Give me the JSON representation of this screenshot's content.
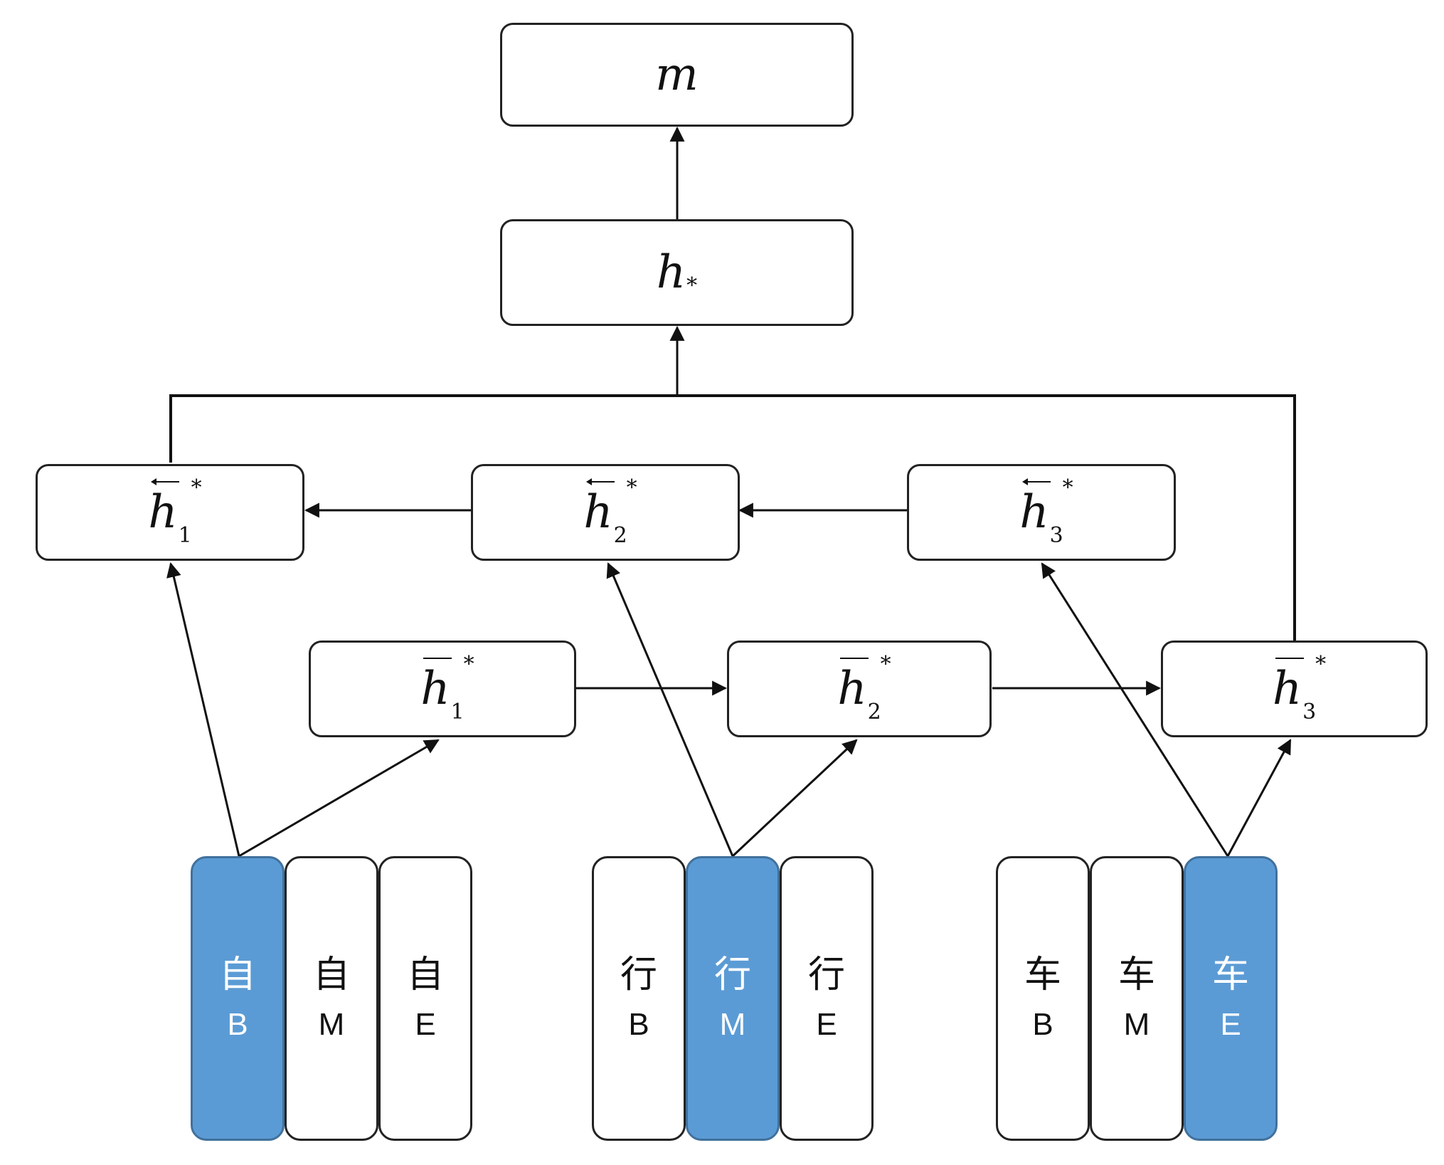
{
  "top_node": {
    "label": "m"
  },
  "hidden_star": {
    "label": "h",
    "subscript": "*"
  },
  "backward_states": [
    {
      "label": "h",
      "subscript": "1",
      "marker": "*"
    },
    {
      "label": "h",
      "subscript": "2",
      "marker": "*"
    },
    {
      "label": "h",
      "subscript": "3",
      "marker": "*"
    }
  ],
  "forward_states": [
    {
      "label": "h",
      "subscript": "1",
      "marker": "*"
    },
    {
      "label": "h",
      "subscript": "2",
      "marker": "*"
    },
    {
      "label": "h",
      "subscript": "3",
      "marker": "*"
    }
  ],
  "character_groups": [
    {
      "cells": [
        {
          "char": "自",
          "tag": "B",
          "highlighted": true
        },
        {
          "char": "自",
          "tag": "M",
          "highlighted": false
        },
        {
          "char": "自",
          "tag": "E",
          "highlighted": false
        }
      ]
    },
    {
      "cells": [
        {
          "char": "行",
          "tag": "B",
          "highlighted": false
        },
        {
          "char": "行",
          "tag": "M",
          "highlighted": true
        },
        {
          "char": "行",
          "tag": "E",
          "highlighted": false
        }
      ]
    },
    {
      "cells": [
        {
          "char": "车",
          "tag": "B",
          "highlighted": false
        },
        {
          "char": "车",
          "tag": "M",
          "highlighted": false
        },
        {
          "char": "车",
          "tag": "E",
          "highlighted": true
        }
      ]
    }
  ],
  "colors": {
    "highlight": "#5b9bd5",
    "highlight_border": "#41719c",
    "line": "#222222"
  }
}
